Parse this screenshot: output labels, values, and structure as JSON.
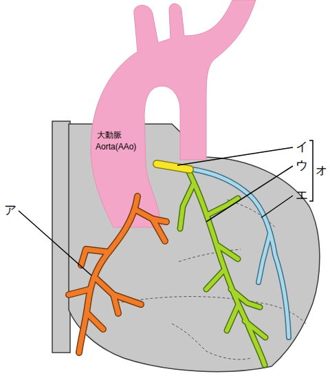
{
  "diagram": {
    "labels": [
      "大動脈",
      "Aorta(AAo)",
      "ア",
      "イ",
      "ウ",
      "エ",
      "オ"
    ]
  }
}
